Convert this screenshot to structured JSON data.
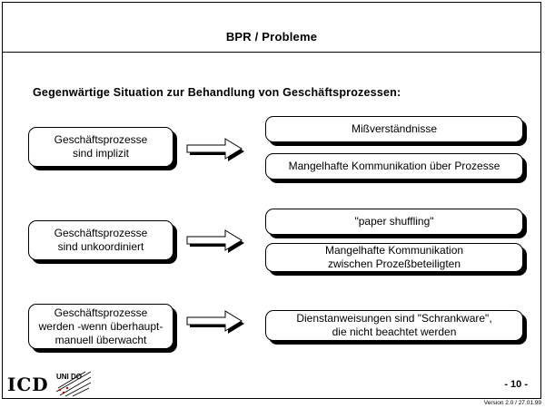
{
  "title": "BPR / Probleme",
  "heading": "Gegenwärtige Situation zur Behandlung von Geschäftsprozessen:",
  "rows": [
    {
      "problem": [
        "Geschäftsprozesse",
        "sind implizit"
      ],
      "consequences": [
        [
          "Mißverständnisse"
        ],
        [
          "Mangelhafte Kommunikation über Prozesse"
        ]
      ]
    },
    {
      "problem": [
        "Geschäftsprozesse",
        "sind unkoordiniert"
      ],
      "consequences": [
        [
          "\"paper shuffling\""
        ],
        [
          "Mangelhafte Kommunikation",
          "zwischen Prozeßbeteiligten"
        ]
      ]
    },
    {
      "problem": [
        "Geschäftsprozesse",
        "werden -wenn überhaupt-",
        "manuell überwacht"
      ],
      "consequences": [
        [
          "Dienstanweisungen sind \"Schrankware\",",
          "die nicht beachtet werden"
        ]
      ]
    }
  ],
  "footer": {
    "logo_icd": "ICD",
    "logo_uni": "UNI DO",
    "page_number": "- 10 -",
    "version": "Version 2.0 / 27.01.99"
  }
}
